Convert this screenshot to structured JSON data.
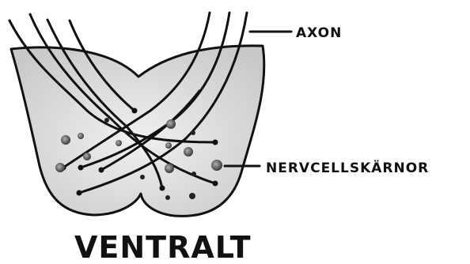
{
  "labels": {
    "axon": "AXON",
    "nuclei": "NERVCELLSKÄRNOR",
    "bottom": "VENTRALT"
  },
  "colors": {
    "ink": "#111111",
    "fill": "#dcdcdc",
    "nucleus": "#7a7a7a"
  }
}
